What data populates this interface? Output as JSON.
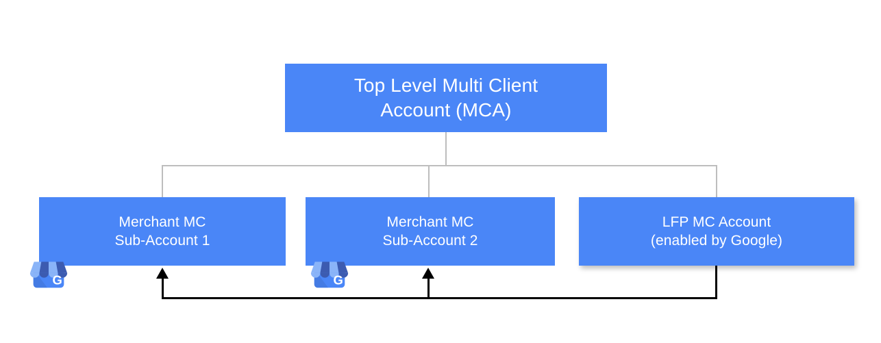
{
  "diagram": {
    "title_node": {
      "label": "Top Level Multi Client\nAccount (MCA)",
      "name": "top-level-mca-node"
    },
    "children": [
      {
        "label": "Merchant MC\nSub-Account 1",
        "icon": "google-my-business-icon",
        "name": "merchant-mc-sub-account-1-node"
      },
      {
        "label": "Merchant MC\nSub-Account 2",
        "icon": "google-my-business-icon",
        "name": "merchant-mc-sub-account-2-node"
      },
      {
        "label": "LFP MC Account\n(enabled by Google)",
        "icon": null,
        "name": "lfp-mc-account-node"
      }
    ],
    "colors": {
      "node_fill": "#4a86f7",
      "node_text": "#ffffff",
      "connector": "#bdbdbd",
      "arrow": "#000000",
      "background": "#ffffff",
      "icon_awning_light": "#8ab4f8",
      "icon_awning_dark": "#3c5bb0",
      "icon_body": "#4a86f7",
      "icon_mark": "#ffffff"
    }
  }
}
